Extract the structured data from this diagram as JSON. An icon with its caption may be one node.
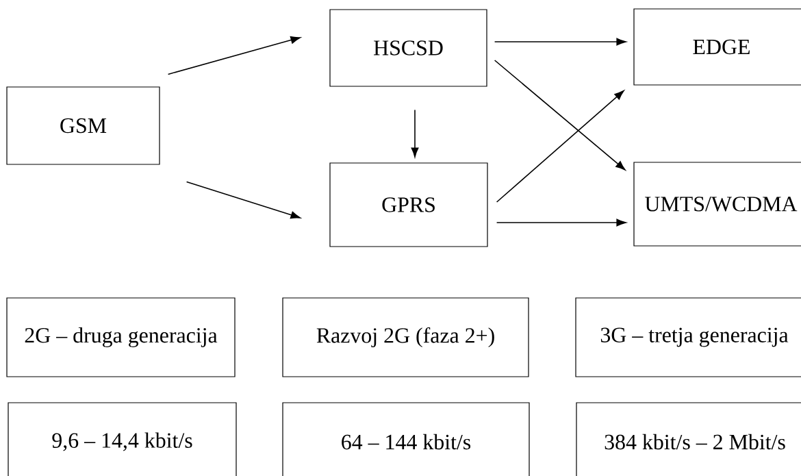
{
  "diagram": {
    "nodes": [
      {
        "text": [
          "GSM"
        ]
      },
      {
        "text": [
          "HSCSD"
        ]
      },
      {
        "text": [
          "EDGE"
        ]
      },
      {
        "text": [
          "GPRS"
        ]
      },
      {
        "text": [
          "UMTS/WCDMA"
        ]
      },
      {
        "text": [
          "2G – druga generacija"
        ]
      },
      {
        "text": [
          "Razvoj 2G (faza 2+)"
        ]
      },
      {
        "text": [
          "3G – tretja generacija"
        ]
      },
      {
        "text": [
          "9,6 – 14,4 kbit/s"
        ]
      },
      {
        "text": [
          "64 – 144 kbit/s"
        ]
      },
      {
        "text": [
          "384 kbit/s – 2 Mbit/s"
        ]
      }
    ],
    "edges": [
      {
        "from": 0,
        "to": 1,
        "arrow": "to"
      },
      {
        "from": 0,
        "to": 3,
        "arrow": "to"
      },
      {
        "from": 1,
        "to": 3,
        "arrow": "to"
      },
      {
        "from": 1,
        "to": 2,
        "arrow": "to"
      },
      {
        "from": 1,
        "to": 4,
        "arrow": "to"
      },
      {
        "from": 3,
        "to": 2,
        "arrow": "to"
      },
      {
        "from": 3,
        "to": 4,
        "arrow": "to"
      }
    ]
  }
}
